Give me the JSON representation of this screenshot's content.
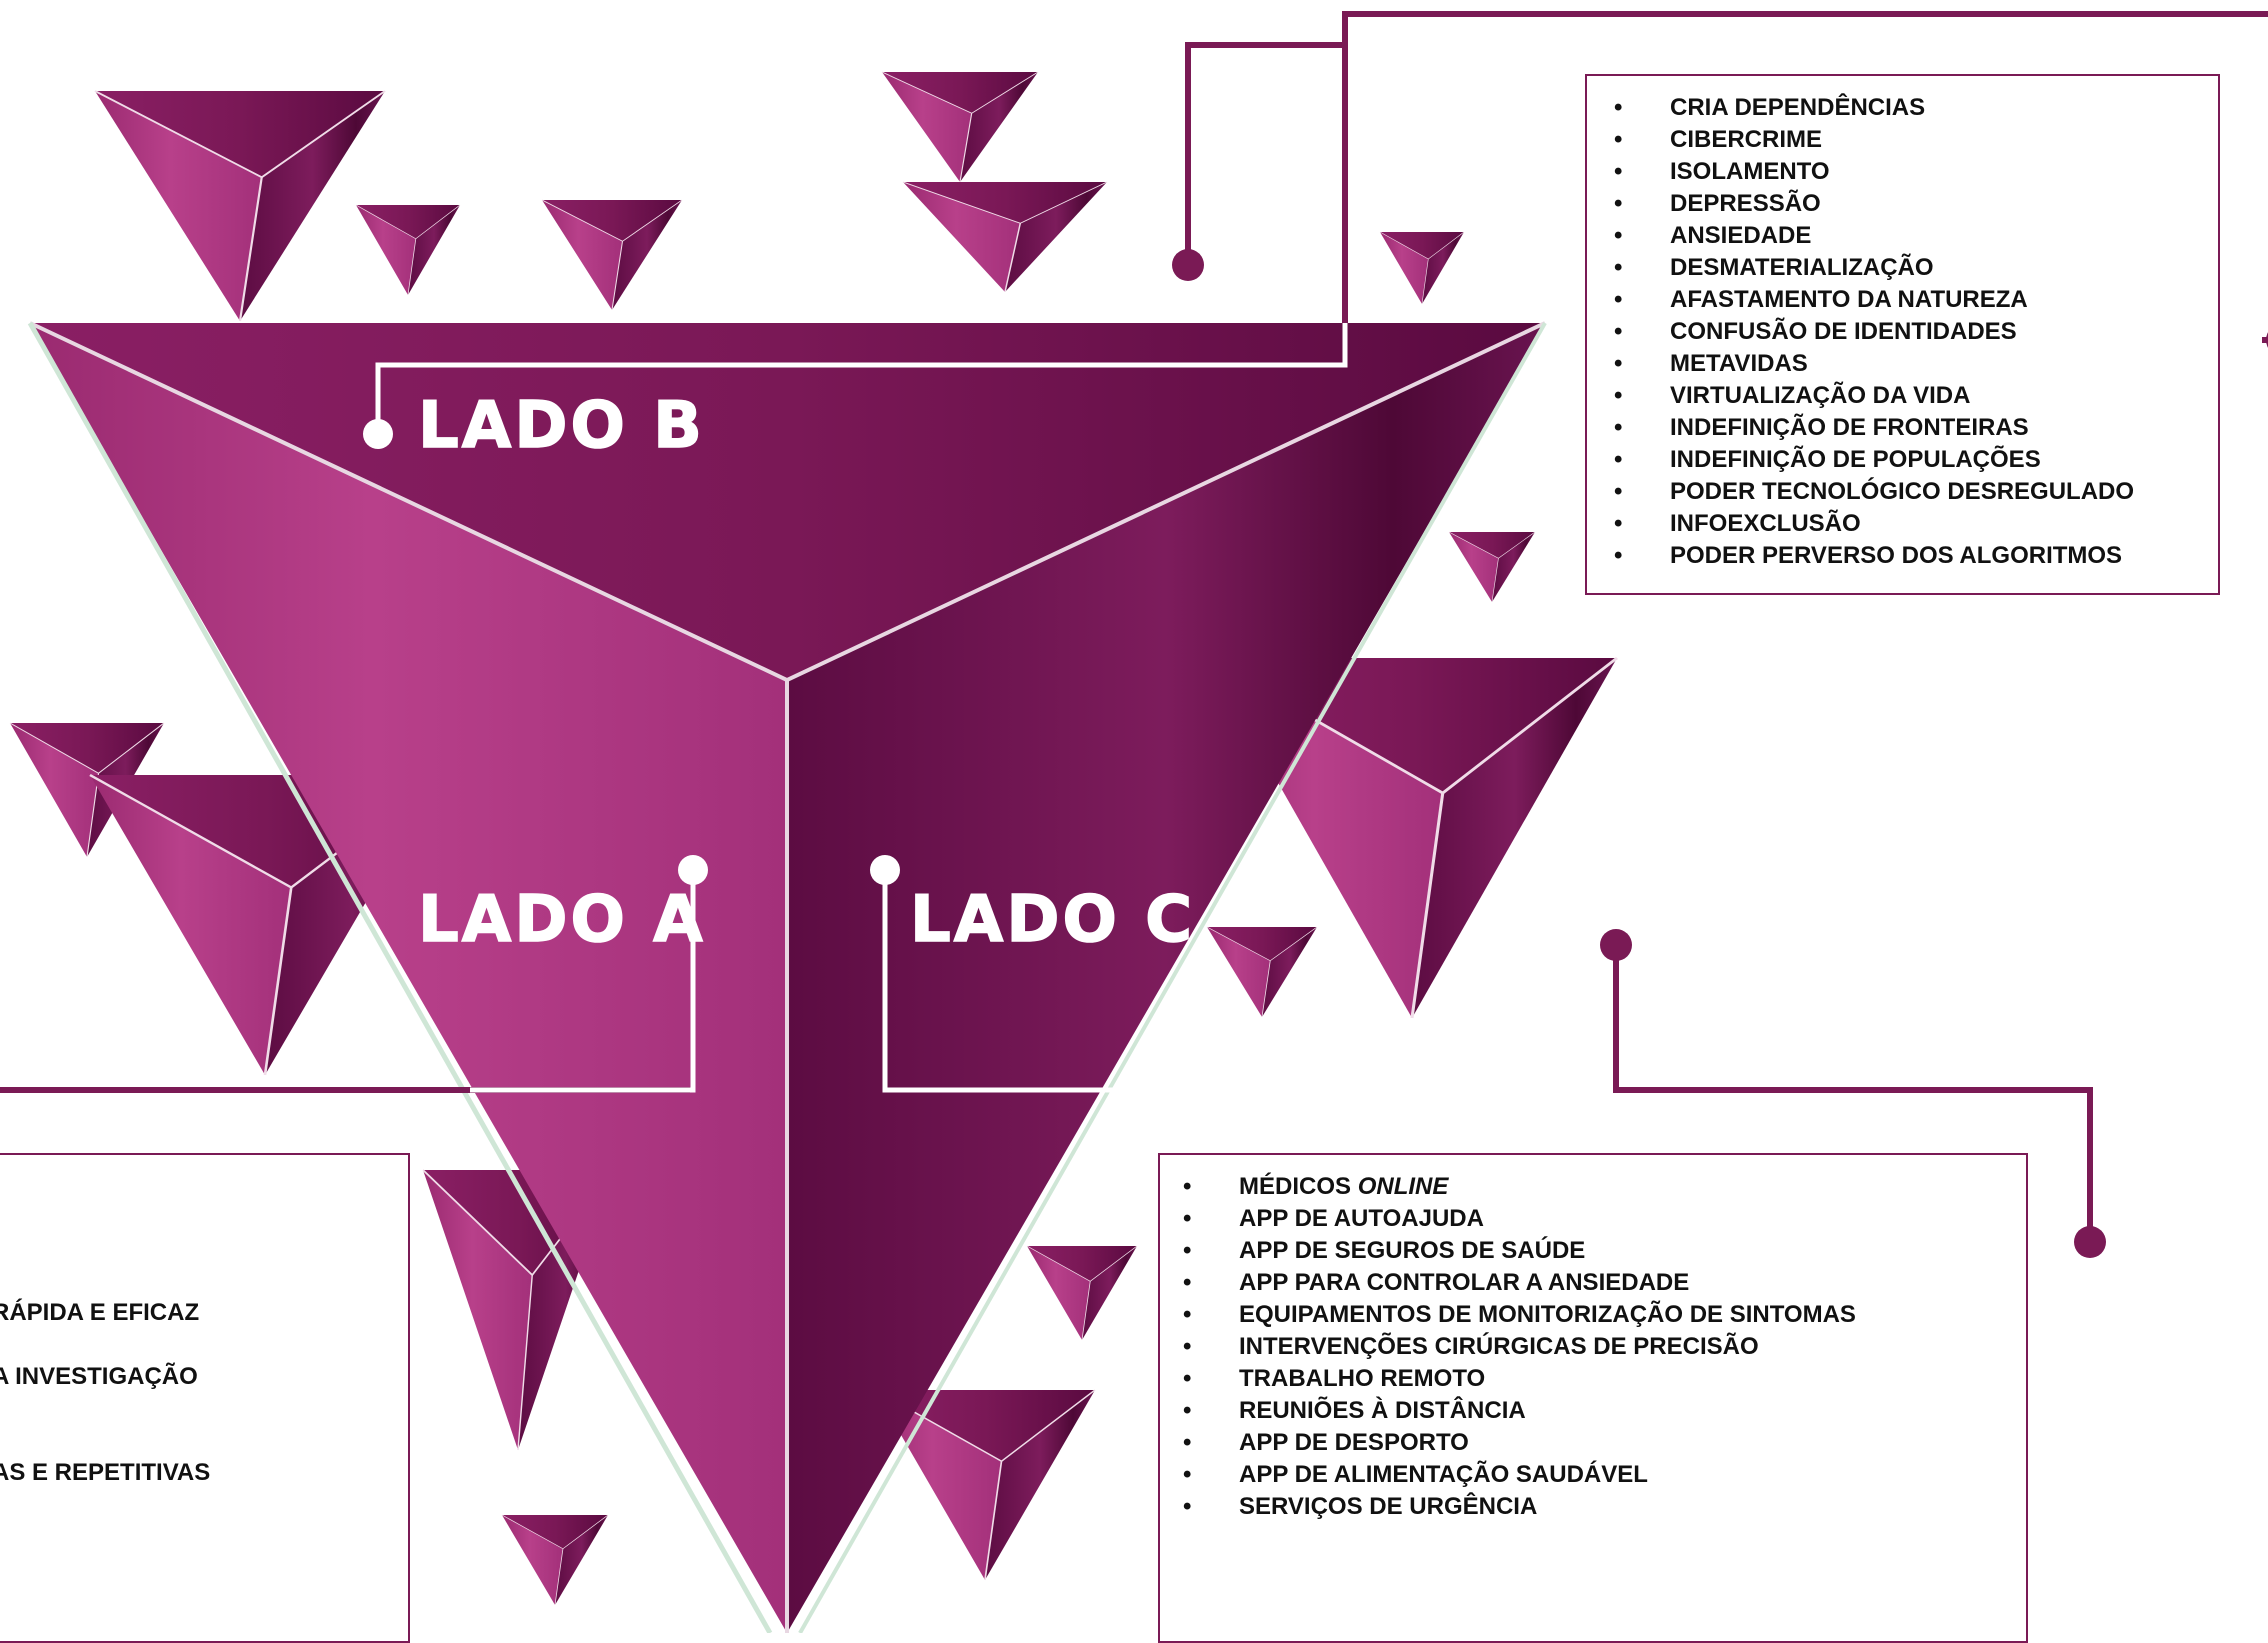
{
  "labels": {
    "lado_a": "LADO A",
    "lado_b": "LADO B",
    "lado_c": "LADO C"
  },
  "colors": {
    "accent": "#7a1a55",
    "face_light": "#b03a82",
    "face_mid": "#8a1d62",
    "face_dark": "#4f0a38",
    "edge_highlight": "#e8d7e2",
    "text": "#111111"
  },
  "lado_b_list": [
    "CRIA DEPENDÊNCIAS",
    "CIBERCRIME",
    "ISOLAMENTO",
    "DEPRESSÃO",
    "ANSIEDADE",
    "DESMATERIALIZAÇÃO",
    "AFASTAMENTO DA NATUREZA",
    "CONFUSÃO DE IDENTIDADES",
    "METAVIDAS",
    "VIRTUALIZAÇÃO DA VIDA",
    "INDEFINIÇÃO DE FRONTEIRAS",
    "INDEFINIÇÃO DE POPULAÇÕES",
    "PODER TECNOLÓGICO DESREGULADO",
    "INFOEXCLUSÃO",
    "PODER PERVERSO DOS ALGORITMOS"
  ],
  "lado_c_list": {
    "first_prefix": "MÉDICOS ",
    "first_italic": "ONLINE",
    "items": [
      "APP DE AUTOAJUDA",
      "APP DE SEGUROS DE SAÚDE",
      "APP PARA CONTROLAR A ANSIEDADE",
      "EQUIPAMENTOS DE MONITORIZAÇÃO DE SINTOMAS",
      "INTERVENÇÕES CIRÚRGICAS DE PRECISÃO",
      "TRABALHO REMOTO",
      "REUNIÕES À DISTÂNCIA",
      "APP DE DESPORTO",
      "APP DE ALIMENTAÇÃO SAUDÁVEL",
      "SERVIÇOS DE URGÊNCIA"
    ]
  },
  "lado_a_fragments": [
    "RÁPIDA E EFICAZ",
    "A INVESTIGAÇÃO",
    "AS E REPETITIVAS"
  ]
}
